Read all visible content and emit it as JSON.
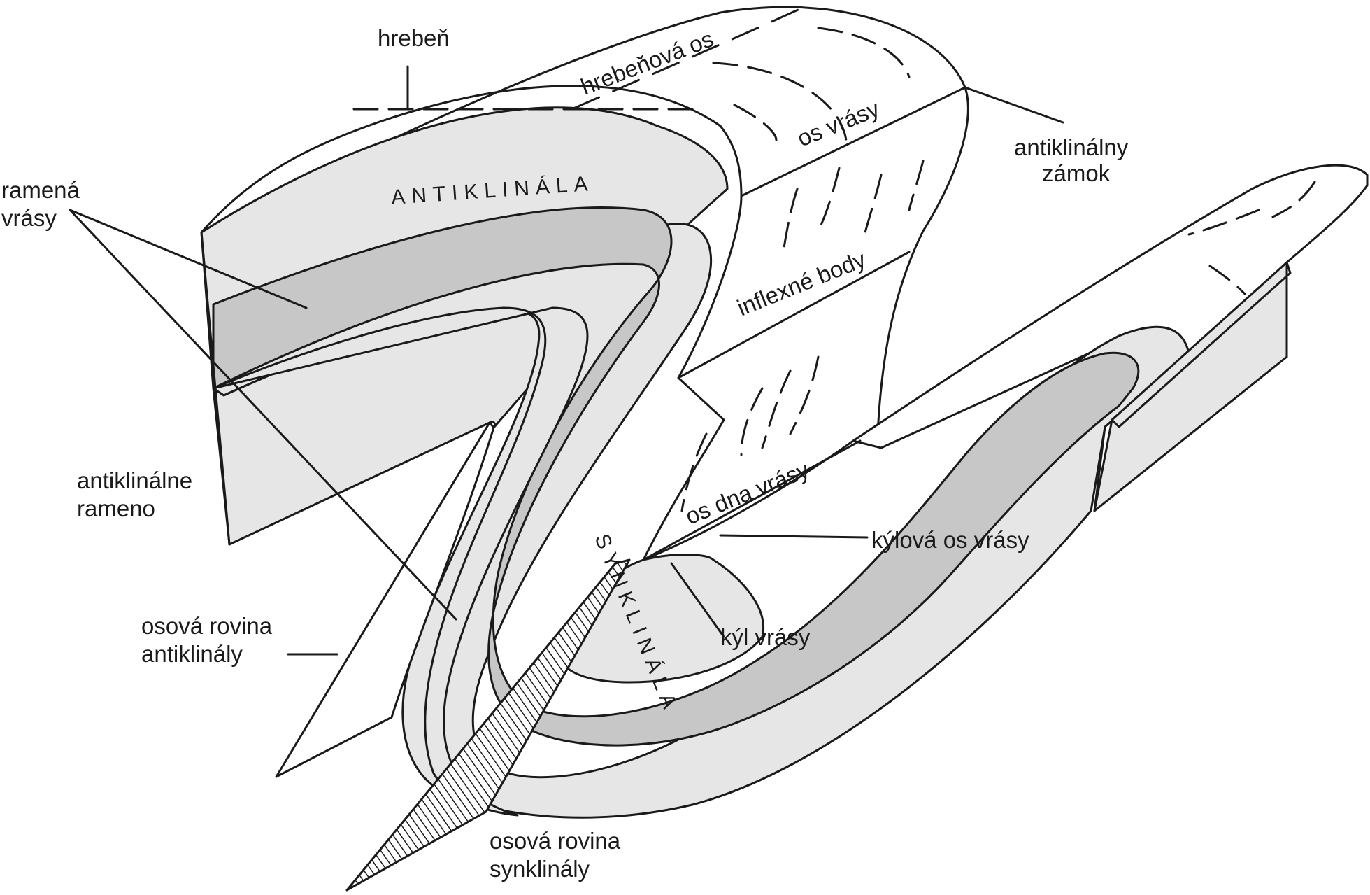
{
  "labels": {
    "hreben": "hrebeň",
    "hrebenova_os": "hrebeňová os",
    "os_vrasy": "os vrásy",
    "antiklinalny_zamok_1": "antiklinálny",
    "antiklinalny_zamok_2": "zámok",
    "ramena_vrasy_1": "ramená",
    "ramena_vrasy_2": "vrásy",
    "antiklinala": "ANTIKLINÁLA",
    "inflexne_body": "inflexné body",
    "antiklinalne_rameno_1": "antiklinálne",
    "antiklinalne_rameno_2": "rameno",
    "os_dna_vrasy": "os dna vrásy",
    "kylova_os_vrasy": "kýlová os vrásy",
    "synklinala": "SYNKLINÁLA",
    "kyl_vrasy": "kýl vrásy",
    "osova_rovina_antiklinaly_1": "osová rovina",
    "osova_rovina_antiklinaly_2": "antiklinály",
    "osova_rovina_synklinaly_1": "osová rovina",
    "osova_rovina_synklinaly_2": "synklinály"
  },
  "colors": {
    "outer_layer": "#e6e6e6",
    "inner_layer": "#c7c7c7",
    "surface": "#ffffff",
    "ink": "#1a1a1a"
  }
}
